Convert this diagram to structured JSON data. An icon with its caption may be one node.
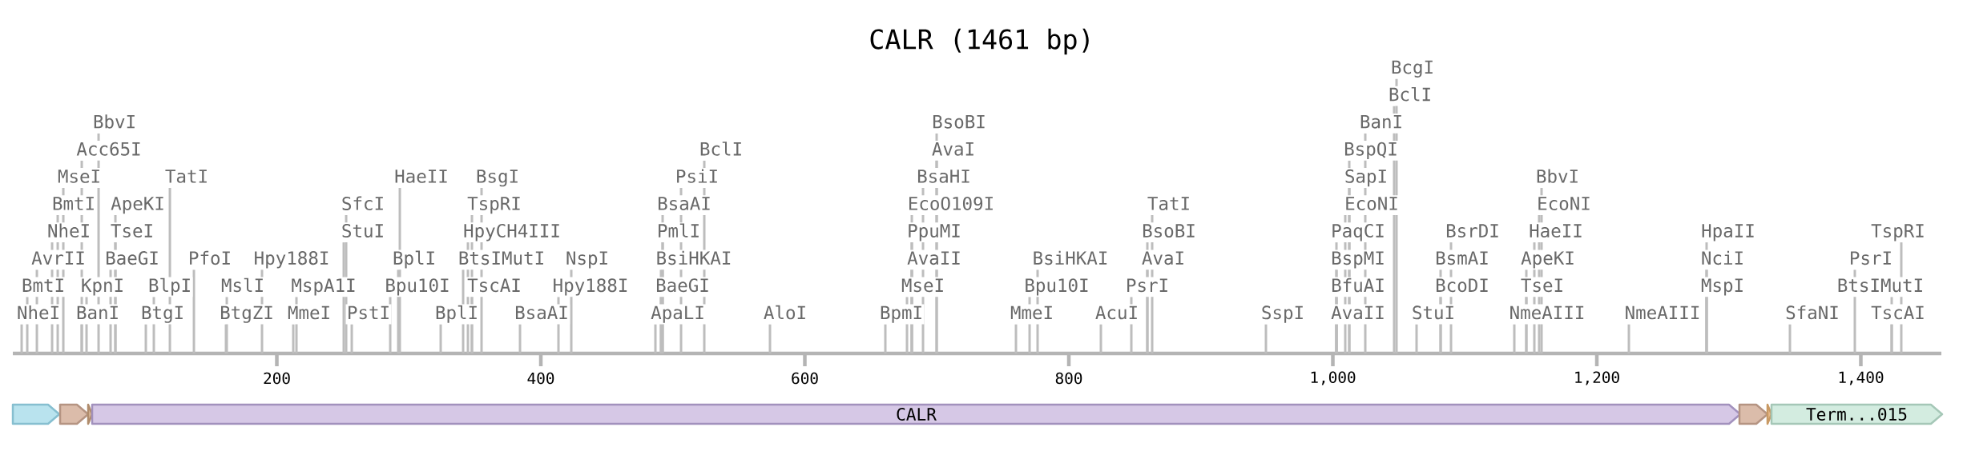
{
  "diagram": {
    "title": "CALR (1461 bp)",
    "nodes": [
      {
        "text": [
          "NheI"
        ]
      },
      {
        "text": [
          "BmtI"
        ]
      },
      {
        "text": [
          "AvrII"
        ]
      },
      {
        "text": [
          "NheI"
        ]
      },
      {
        "text": [
          "BmtI"
        ]
      },
      {
        "text": [
          "MseI"
        ]
      },
      {
        "text": [
          "BanI"
        ]
      },
      {
        "text": [
          "Acc65I"
        ]
      },
      {
        "text": [
          "KpnI"
        ]
      },
      {
        "text": [
          "BbvI"
        ]
      },
      {
        "text": [
          "BaeGI"
        ]
      },
      {
        "text": [
          "TseI"
        ]
      },
      {
        "text": [
          "ApeKI"
        ]
      },
      {
        "text": [
          "BtgI"
        ]
      },
      {
        "text": [
          "BlpI"
        ]
      },
      {
        "text": [
          "TatI"
        ]
      },
      {
        "text": [
          "PfoI"
        ]
      },
      {
        "text": [
          "BtgZI"
        ]
      },
      {
        "text": [
          "MslI"
        ]
      },
      {
        "text": [
          "Hpy188I"
        ]
      },
      {
        "text": [
          "MmeI"
        ]
      },
      {
        "text": [
          "MspA1I"
        ]
      },
      {
        "text": [
          "StuI"
        ]
      },
      {
        "text": [
          "SfcI"
        ]
      },
      {
        "text": [
          "PstI"
        ]
      },
      {
        "text": [
          "Bpu10I"
        ]
      },
      {
        "text": [
          "BplI"
        ]
      },
      {
        "text": [
          "HaeII"
        ]
      },
      {
        "text": [
          "BplI"
        ]
      },
      {
        "text": [
          "BtsIMutI"
        ]
      },
      {
        "text": [
          "HpyCH4III"
        ]
      },
      {
        "text": [
          "TscAI"
        ]
      },
      {
        "text": [
          "TspRI"
        ]
      },
      {
        "text": [
          "BsgI"
        ]
      },
      {
        "text": [
          "BsaAI"
        ]
      },
      {
        "text": [
          "Hpy188I"
        ]
      },
      {
        "text": [
          "NspI"
        ]
      },
      {
        "text": [
          "ApaLI"
        ]
      },
      {
        "text": [
          "BaeGI"
        ]
      },
      {
        "text": [
          "BsiHKAI"
        ]
      },
      {
        "text": [
          "PmlI"
        ]
      },
      {
        "text": [
          "BsaAI"
        ]
      },
      {
        "text": [
          "PsiI"
        ]
      },
      {
        "text": [
          "BclI"
        ]
      },
      {
        "text": [
          "AloI"
        ]
      },
      {
        "text": [
          "BpmI"
        ]
      },
      {
        "text": [
          "MseI"
        ]
      },
      {
        "text": [
          "AvaII"
        ]
      },
      {
        "text": [
          "PpuMI"
        ]
      },
      {
        "text": [
          "EcoO109I"
        ]
      },
      {
        "text": [
          "BsaHI"
        ]
      },
      {
        "text": [
          "AvaI"
        ]
      },
      {
        "text": [
          "BsoBI"
        ]
      },
      {
        "text": [
          "MmeI"
        ]
      },
      {
        "text": [
          "Bpu10I"
        ]
      },
      {
        "text": [
          "BsiHKAI"
        ]
      },
      {
        "text": [
          "AcuI"
        ]
      },
      {
        "text": [
          "PsrI"
        ]
      },
      {
        "text": [
          "AvaI"
        ]
      },
      {
        "text": [
          "BsoBI"
        ]
      },
      {
        "text": [
          "TatI"
        ]
      },
      {
        "text": [
          "SspI"
        ]
      },
      {
        "text": [
          "AvaII"
        ]
      },
      {
        "text": [
          "BfuAI"
        ]
      },
      {
        "text": [
          "BspMI"
        ]
      },
      {
        "text": [
          "PaqCI"
        ]
      },
      {
        "text": [
          "EcoNI"
        ]
      },
      {
        "text": [
          "SapI"
        ]
      },
      {
        "text": [
          "BspQI"
        ]
      },
      {
        "text": [
          "BanI"
        ]
      },
      {
        "text": [
          "BclI"
        ]
      },
      {
        "text": [
          "BcgI"
        ]
      },
      {
        "text": [
          "StuI"
        ]
      },
      {
        "text": [
          "BcoDI"
        ]
      },
      {
        "text": [
          "BsmAI"
        ]
      },
      {
        "text": [
          "BsrDI"
        ]
      },
      {
        "text": [
          "NmeAIII"
        ]
      },
      {
        "text": [
          "TseI"
        ]
      },
      {
        "text": [
          "ApeKI"
        ]
      },
      {
        "text": [
          "HaeII"
        ]
      },
      {
        "text": [
          "EcoNI"
        ]
      },
      {
        "text": [
          "BbvI"
        ]
      },
      {
        "text": [
          "NmeAIII"
        ]
      },
      {
        "text": [
          "MspI"
        ]
      },
      {
        "text": [
          "NciI"
        ]
      },
      {
        "text": [
          "HpaII"
        ]
      },
      {
        "text": [
          "SfaNI"
        ]
      },
      {
        "text": [
          "TscAI"
        ]
      },
      {
        "text": [
          "BtsIMutI"
        ]
      },
      {
        "text": [
          "PsrI"
        ]
      },
      {
        "text": [
          "TspRI"
        ]
      },
      {
        "text": [],
        "shape": "pentagon"
      },
      {
        "text": [],
        "shape": "pentagon"
      },
      {
        "text": [],
        "shape": "pentagon"
      },
      {
        "text": [
          "CALR"
        ]
      },
      {
        "text": [],
        "shape": "pentagon"
      },
      {
        "text": [],
        "shape": "pentagon"
      },
      {
        "text": [
          "Term...015"
        ]
      }
    ],
    "edges": [
      {
        "from": 0,
        "to": null,
        "arrow": "none"
      },
      {
        "from": 1,
        "to": null,
        "arrow": "none"
      },
      {
        "from": 2,
        "to": null,
        "arrow": "none"
      },
      {
        "from": 3,
        "to": null,
        "arrow": "none"
      },
      {
        "from": 4,
        "to": null,
        "arrow": "none"
      },
      {
        "from": 5,
        "to": null,
        "arrow": "none"
      },
      {
        "from": 6,
        "to": null,
        "arrow": "none"
      },
      {
        "from": 7,
        "to": null,
        "arrow": "none"
      },
      {
        "from": 8,
        "to": null,
        "arrow": "none"
      },
      {
        "from": 9,
        "to": null,
        "arrow": "none"
      },
      {
        "from": 10,
        "to": null,
        "arrow": "none"
      },
      {
        "from": 11,
        "to": null,
        "arrow": "none"
      },
      {
        "from": 12,
        "to": null,
        "arrow": "none"
      },
      {
        "from": 13,
        "to": null,
        "arrow": "none"
      },
      {
        "from": 14,
        "to": null,
        "arrow": "none"
      },
      {
        "from": 15,
        "to": null,
        "arrow": "none"
      },
      {
        "from": 16,
        "to": null,
        "arrow": "none"
      },
      {
        "from": 17,
        "to": null,
        "arrow": "none"
      },
      {
        "from": 18,
        "to": null,
        "arrow": "none"
      },
      {
        "from": 19,
        "to": null,
        "arrow": "none"
      },
      {
        "from": 20,
        "to": null,
        "arrow": "none"
      },
      {
        "from": 21,
        "to": null,
        "arrow": "none"
      },
      {
        "from": 22,
        "to": null,
        "arrow": "none"
      },
      {
        "from": 23,
        "to": null,
        "arrow": "none"
      },
      {
        "from": 24,
        "to": null,
        "arrow": "none"
      },
      {
        "from": 25,
        "to": null,
        "arrow": "none"
      },
      {
        "from": 26,
        "to": null,
        "arrow": "none"
      },
      {
        "from": 27,
        "to": null,
        "arrow": "none"
      },
      {
        "from": 28,
        "to": null,
        "arrow": "none"
      },
      {
        "from": 29,
        "to": null,
        "arrow": "none"
      },
      {
        "from": 30,
        "to": null,
        "arrow": "none"
      },
      {
        "from": 31,
        "to": null,
        "arrow": "none"
      },
      {
        "from": 32,
        "to": null,
        "arrow": "none"
      },
      {
        "from": 33,
        "to": null,
        "arrow": "none"
      },
      {
        "from": 34,
        "to": null,
        "arrow": "none"
      },
      {
        "from": 35,
        "to": null,
        "arrow": "none"
      },
      {
        "from": 36,
        "to": null,
        "arrow": "none"
      },
      {
        "from": 37,
        "to": null,
        "arrow": "none"
      },
      {
        "from": 38,
        "to": null,
        "arrow": "none"
      },
      {
        "from": 39,
        "to": null,
        "arrow": "none"
      },
      {
        "from": 40,
        "to": null,
        "arrow": "none"
      },
      {
        "from": 41,
        "to": null,
        "arrow": "none"
      },
      {
        "from": 42,
        "to": null,
        "arrow": "none"
      },
      {
        "from": 43,
        "to": null,
        "arrow": "none"
      },
      {
        "from": 44,
        "to": null,
        "arrow": "none"
      },
      {
        "from": 45,
        "to": null,
        "arrow": "none"
      },
      {
        "from": 46,
        "to": null,
        "arrow": "none"
      },
      {
        "from": 47,
        "to": null,
        "arrow": "none"
      },
      {
        "from": 48,
        "to": null,
        "arrow": "none"
      },
      {
        "from": 49,
        "to": null,
        "arrow": "none"
      },
      {
        "from": 50,
        "to": null,
        "arrow": "none"
      },
      {
        "from": 51,
        "to": null,
        "arrow": "none"
      },
      {
        "from": 52,
        "to": null,
        "arrow": "none"
      },
      {
        "from": 53,
        "to": null,
        "arrow": "none"
      },
      {
        "from": 54,
        "to": null,
        "arrow": "none"
      },
      {
        "from": 55,
        "to": null,
        "arrow": "none"
      },
      {
        "from": 56,
        "to": null,
        "arrow": "none"
      },
      {
        "from": 57,
        "to": null,
        "arrow": "none"
      },
      {
        "from": 58,
        "to": null,
        "arrow": "none"
      },
      {
        "from": 59,
        "to": null,
        "arrow": "none"
      },
      {
        "from": 60,
        "to": null,
        "arrow": "none"
      },
      {
        "from": 61,
        "to": null,
        "arrow": "none"
      },
      {
        "from": 62,
        "to": null,
        "arrow": "none"
      },
      {
        "from": 63,
        "to": null,
        "arrow": "none"
      },
      {
        "from": 64,
        "to": null,
        "arrow": "none"
      },
      {
        "from": 65,
        "to": null,
        "arrow": "none"
      },
      {
        "from": 66,
        "to": null,
        "arrow": "none"
      },
      {
        "from": 67,
        "to": null,
        "arrow": "none"
      },
      {
        "from": 68,
        "to": null,
        "arrow": "none"
      },
      {
        "from": 69,
        "to": null,
        "arrow": "none"
      },
      {
        "from": 70,
        "to": null,
        "arrow": "none"
      },
      {
        "from": 71,
        "to": null,
        "arrow": "none"
      },
      {
        "from": 72,
        "to": null,
        "arrow": "none"
      },
      {
        "from": 73,
        "to": null,
        "arrow": "none"
      },
      {
        "from": 74,
        "to": null,
        "arrow": "none"
      },
      {
        "from": 75,
        "to": null,
        "arrow": "none"
      },
      {
        "from": 76,
        "to": null,
        "arrow": "none"
      },
      {
        "from": 77,
        "to": null,
        "arrow": "none"
      },
      {
        "from": 78,
        "to": null,
        "arrow": "none"
      },
      {
        "from": 79,
        "to": null,
        "arrow": "none"
      },
      {
        "from": 80,
        "to": null,
        "arrow": "none"
      },
      {
        "from": 81,
        "to": null,
        "arrow": "none"
      },
      {
        "from": 82,
        "to": null,
        "arrow": "none"
      },
      {
        "from": 83,
        "to": null,
        "arrow": "none"
      },
      {
        "from": 84,
        "to": null,
        "arrow": "none"
      },
      {
        "from": 85,
        "to": null,
        "arrow": "none"
      },
      {
        "from": 86,
        "to": null,
        "arrow": "none"
      },
      {
        "from": 87,
        "to": null,
        "arrow": "none"
      },
      {
        "from": 88,
        "to": null,
        "arrow": "none"
      },
      {
        "from": 89,
        "to": null,
        "arrow": "none"
      },
      {
        "from": 90,
        "to": null,
        "arrow": "none"
      }
    ],
    "labels": [
      "200",
      "400",
      "600",
      "800",
      "1,000",
      "1,200",
      "1,400"
    ]
  }
}
